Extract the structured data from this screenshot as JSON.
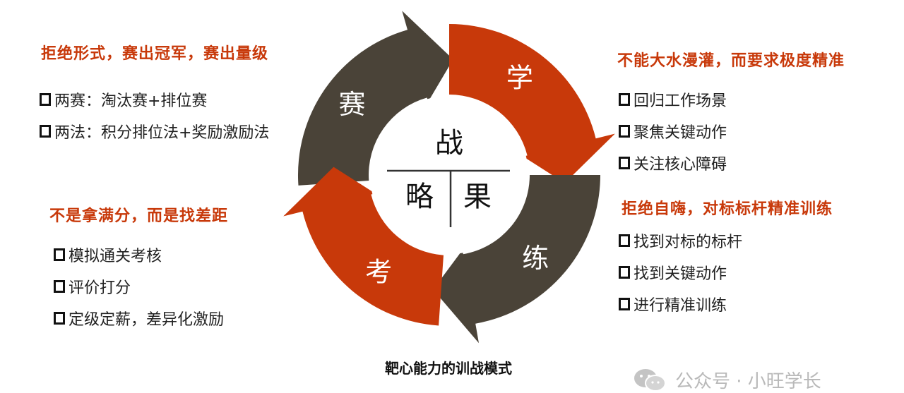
{
  "colors": {
    "accent": "#c8390a",
    "dark": "#4a4338",
    "text": "#222222"
  },
  "diagram": {
    "center": {
      "top": "战",
      "bottom_left": "略",
      "bottom_right": "果"
    },
    "segments": [
      {
        "label": "赛",
        "color": "#4a4338"
      },
      {
        "label": "学",
        "color": "#c8390a"
      },
      {
        "label": "练",
        "color": "#4a4338"
      },
      {
        "label": "考",
        "color": "#c8390a"
      }
    ]
  },
  "blocks": {
    "top_left": {
      "heading": "拒绝形式，赛出冠军，赛出量级",
      "items": [
        "两赛：淘汰赛+排位赛",
        "两法：积分排位法+奖励激励法"
      ]
    },
    "bottom_left": {
      "heading": "不是拿满分，而是找差距",
      "items": [
        "模拟通关考核",
        "评价打分",
        "定级定薪，差异化激励"
      ]
    },
    "top_right": {
      "heading": "不能大水漫灌，而要求极度精准",
      "items": [
        "回归工作场景",
        "聚焦关键动作",
        "关注核心障碍"
      ]
    },
    "bottom_right": {
      "heading": "拒绝自嗨，对标标杆精准训练",
      "items": [
        "找到对标的标杆",
        "找到关键动作",
        "进行精准训练"
      ]
    }
  },
  "caption": "靶心能力的训战模式",
  "watermark": {
    "text": "公众号 · 小旺学长",
    "icon": "wechat-icon"
  }
}
